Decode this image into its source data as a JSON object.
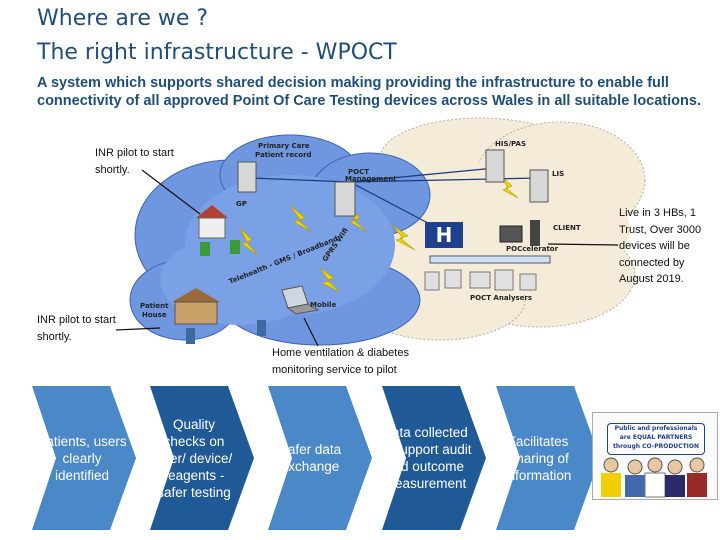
{
  "header": {
    "title_line1": "Where are we ?",
    "title_line2": "The right infrastructure -  WPOCT",
    "description": "A system which supports shared decision making providing the infrastructure to enable full connectivity of all approved Point Of Care Testing devices across Wales in all suitable locations."
  },
  "notes": {
    "inr_top": "INR pilot to start shortly.",
    "inr_left": "INR pilot to start shortly.",
    "live": "Live in 3 HBs, 1 Trust, Over 3000 devices will be connected by August 2019.",
    "home": "Home ventilation & diabetes monitoring service to pilot"
  },
  "diagram": {
    "labels": {
      "primary_care": "Primary Care",
      "patient_record": "Patient record",
      "his_pas": "HIS/PAS",
      "poct_management_1": "POCT",
      "poct_management_2": "Management",
      "lis": "LIS",
      "gp": "GP",
      "client": "CLIENT",
      "poc_celerator": "POCcelerator",
      "poct_analysers": "POCT Analysers",
      "telehealth": "Telehealth - GMS / Broadband",
      "gprs": "GPRS Wifi",
      "patient_house_1": "Patient",
      "patient_house_2": "House",
      "mobile": "Mobile",
      "hospital_letter": "H"
    }
  },
  "steps": [
    {
      "text": "Patients, users clearly identified"
    },
    {
      "text": "Quality checks  on user/ device/ reagents - safer testing"
    },
    {
      "text": "Safer data exchange"
    },
    {
      "text": "Data collected to support audit and outcome measurement"
    },
    {
      "text": "Facilitates Sharing of information"
    }
  ],
  "badge": {
    "line1": "Public and professionals",
    "line2": "are EQUAL PARTNERS",
    "line3": "through CO-PRODUCTION"
  },
  "colors": {
    "title": "#1f4e79",
    "chevron_light": "#4a88c7",
    "chevron_dark": "#1f5a96",
    "cloud_blue": "#4f7fd8",
    "cloud_beige": "#f4ecd8",
    "bolt": "#f0d400"
  }
}
